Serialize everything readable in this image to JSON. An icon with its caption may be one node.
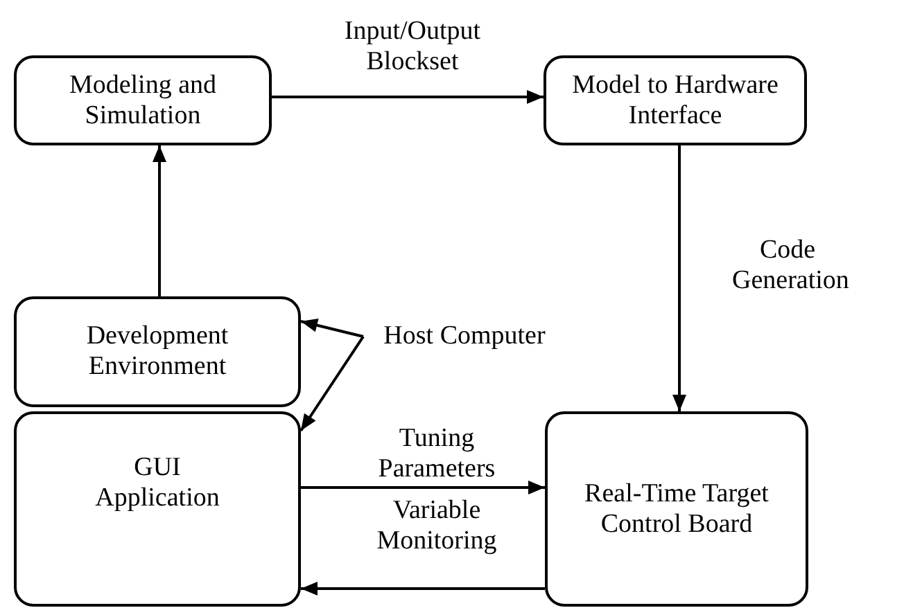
{
  "diagram": {
    "nodes": [
      {
        "text": [
          "Modeling and Simulation"
        ]
      },
      {
        "text": [
          "Model to Hardware Interface"
        ]
      },
      {
        "text": [
          "Development Environment"
        ]
      },
      {
        "text": [
          "GUI Application"
        ]
      },
      {
        "text": [
          "Real-Time Target Control Board"
        ]
      },
      {
        "text": [
          "Host Computer"
        ]
      }
    ],
    "edges": [
      {
        "from": 0,
        "to": 1,
        "arrow": "to",
        "label": "Input/Output Blockset"
      },
      {
        "from": 1,
        "to": 4,
        "arrow": "to",
        "label": "Code Generation"
      },
      {
        "from": 2,
        "to": 0,
        "arrow": "to"
      },
      {
        "from": 3,
        "to": 4,
        "arrow": "to",
        "label": "Tuning Parameters"
      },
      {
        "from": 4,
        "to": 3,
        "arrow": "to",
        "label": "Variable Monitoring"
      },
      {
        "from": 5,
        "to": 2,
        "arrow": "to"
      },
      {
        "from": 5,
        "to": 3,
        "arrow": "to"
      }
    ]
  }
}
